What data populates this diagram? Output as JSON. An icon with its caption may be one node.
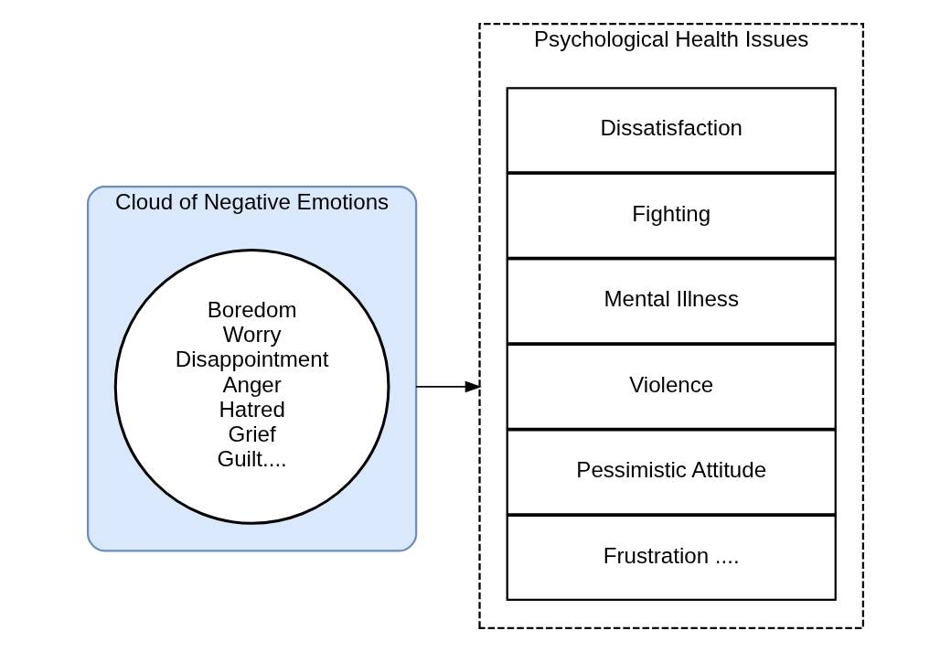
{
  "diagram": {
    "nodes": [
      {
        "text": [
          "Cloud of Negative Emotions"
        ]
      },
      {
        "text": [
          "Boredom",
          "Worry",
          "Disappointment",
          "Anger",
          "Hatred",
          "Grief",
          "Guilt...."
        ],
        "in": 0
      },
      {
        "text": [
          "Psychological Health Issues"
        ]
      },
      {
        "text": [
          "Dissatisfaction"
        ],
        "in": 2
      },
      {
        "text": [
          "Fighting"
        ],
        "in": 2
      },
      {
        "text": [
          "Mental Illness"
        ],
        "in": 2
      },
      {
        "text": [
          "Violence"
        ],
        "in": 2
      },
      {
        "text": [
          "Pessimistic Attitude"
        ],
        "in": 2
      },
      {
        "text": [
          "Frustration ...."
        ],
        "in": 2
      }
    ],
    "edges": [
      {
        "from": 0,
        "to": 2,
        "arrow": "to"
      }
    ]
  }
}
